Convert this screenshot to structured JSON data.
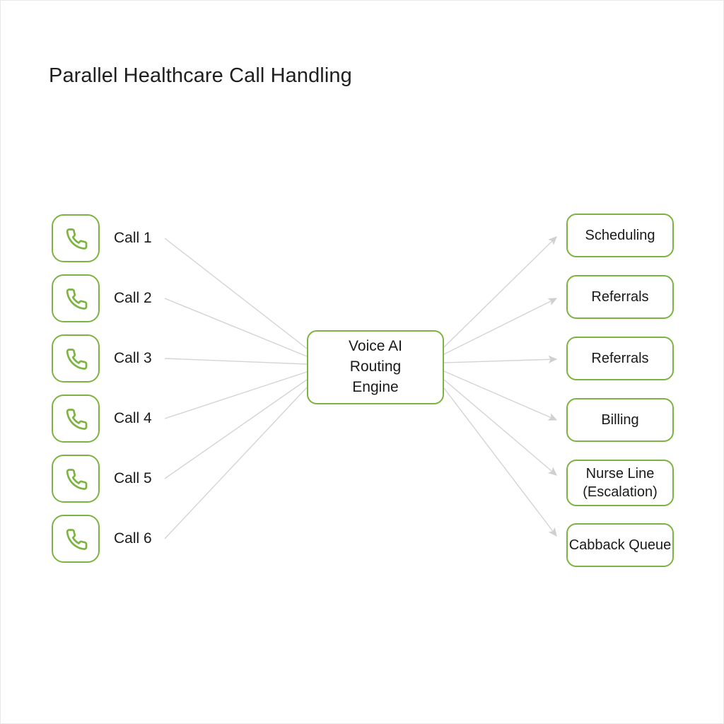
{
  "diagram": {
    "title": "Parallel Healthcare Call Handling",
    "background_color": "#ffffff",
    "accent_color": "#7CB342",
    "edge_color": "#d4d4d4",
    "text_color": "#1a1a1a"
  },
  "sources": [
    {
      "label": "Call 1",
      "icon": "phone-icon"
    },
    {
      "label": "Call 2",
      "icon": "phone-icon"
    },
    {
      "label": "Call 3",
      "icon": "phone-icon"
    },
    {
      "label": "Call 4",
      "icon": "phone-icon"
    },
    {
      "label": "Call 5",
      "icon": "phone-icon"
    },
    {
      "label": "Call 6",
      "icon": "phone-icon"
    }
  ],
  "hub": {
    "label": "Voice AI\nRouting\nEngine"
  },
  "destinations": [
    {
      "label": "Scheduling"
    },
    {
      "label": "Referrals"
    },
    {
      "label": "Referrals"
    },
    {
      "label": "Billing"
    },
    {
      "label": "Nurse Line\n(Escalation)"
    },
    {
      "label": "Cabback Queue"
    }
  ]
}
